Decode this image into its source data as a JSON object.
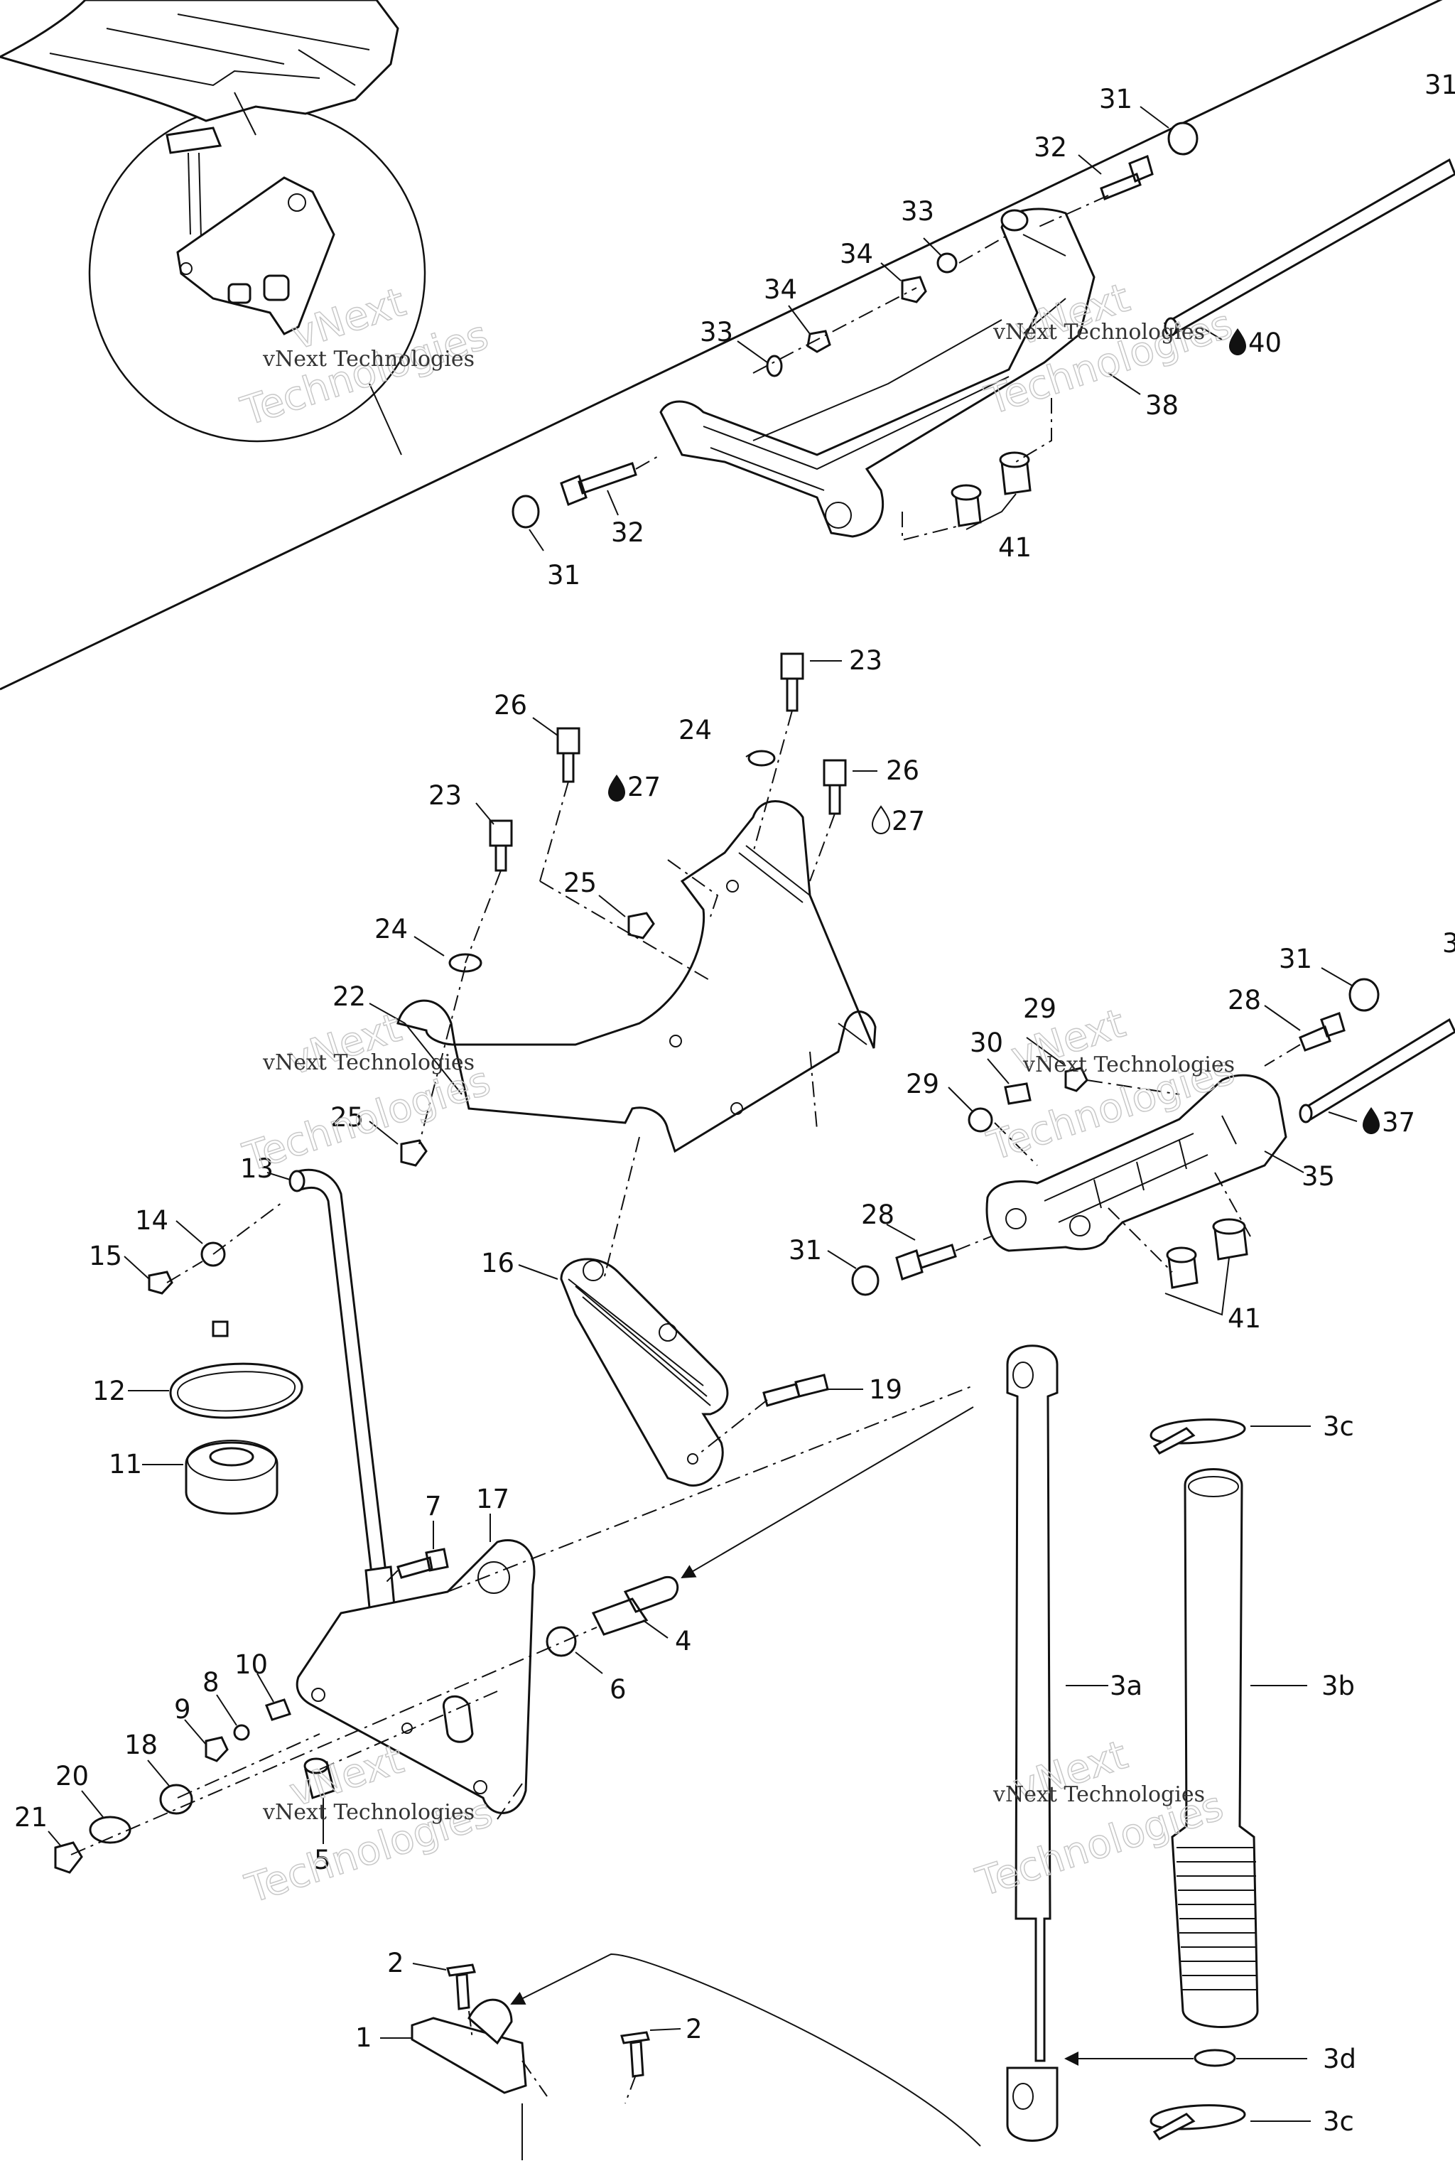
{
  "callouts": {
    "c31_top_right": "31",
    "c31_top": "31",
    "c32_top": "32",
    "c33_top": "33",
    "c34_a": "34",
    "c34_b": "34",
    "c33_mid": "33",
    "c40": "40",
    "c38": "38",
    "c41_top": "41",
    "c32_bottom": "32",
    "c31_bottom": "31",
    "c23_top": "23",
    "c26_top": "26",
    "c24_top": "24",
    "c27_a": "27",
    "c26_b": "26",
    "c27_b": "27",
    "c23_b": "23",
    "c25_top": "25",
    "c24_b": "24",
    "c22": "22",
    "c25_b": "25",
    "c13": "13",
    "c14": "14",
    "c15": "15",
    "c16": "16",
    "c12": "12",
    "c11": "11",
    "c19": "19",
    "c7": "7",
    "c17": "17",
    "c4": "4",
    "c6": "6",
    "c10": "10",
    "c8": "8",
    "c9": "9",
    "c18": "18",
    "c20": "20",
    "c21": "21",
    "c5": "5",
    "c2_a": "2",
    "c2_b": "2",
    "c1": "1",
    "c31_mid": "31",
    "c3_edge": "3",
    "c28_top": "28",
    "c29_a": "29",
    "c30": "30",
    "c29_b": "29",
    "c37": "37",
    "c35": "35",
    "c28_b": "28",
    "c31_c": "31",
    "c41_b": "41",
    "c3c_top": "3c",
    "c3a": "3a",
    "c3b": "3b",
    "c3d": "3d",
    "c3c_bottom": "3c"
  },
  "watermark": {
    "line1": "vNext Technologies",
    "line2": "vNext",
    "line3": "Technologies"
  },
  "icons": [
    "drop-icon",
    "drop-outline-icon"
  ]
}
